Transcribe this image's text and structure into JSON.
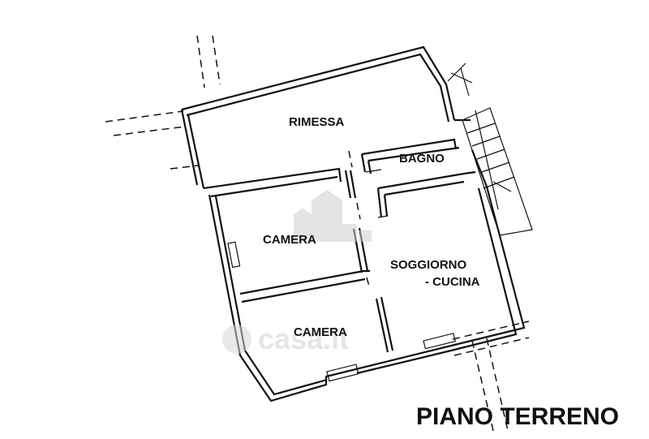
{
  "plan": {
    "title": "PIANO TERRENO",
    "rooms": {
      "rimessa": "RIMESSA",
      "bagno": "BAGNO",
      "camera_1": "CAMERA",
      "camera_2": "CAMERA",
      "soggiorno_line1": "SOGGIORNO",
      "soggiorno_line2": "- CUCINA"
    }
  },
  "watermark": {
    "text": "casa.it"
  },
  "colors": {
    "ink": "#111111",
    "watermark": "#cfcfcf",
    "background": "#ffffff"
  }
}
